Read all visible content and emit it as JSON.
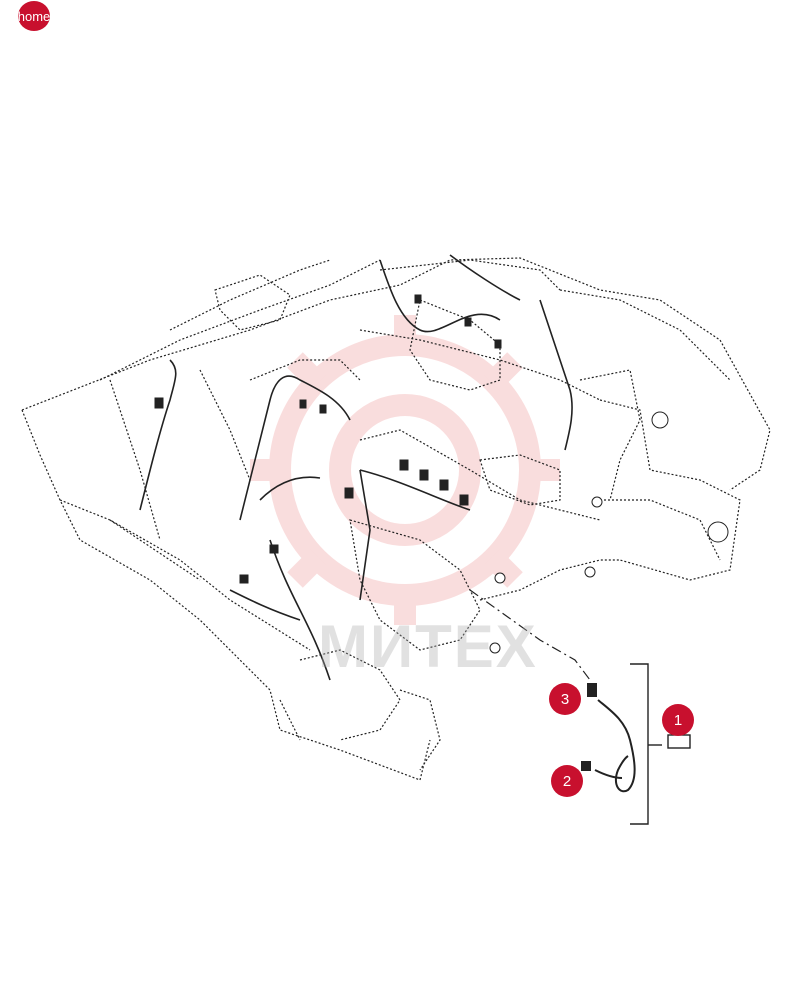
{
  "home_button": {
    "label": "home",
    "color": "#c8102e"
  },
  "callouts": [
    {
      "number": "1",
      "color": "#c8102e"
    },
    {
      "number": "2",
      "color": "#c8102e"
    },
    {
      "number": "3",
      "color": "#c8102e"
    }
  ],
  "watermark": {
    "text": "МИТЕХ",
    "gear_color": "#e03030"
  },
  "line_color": "#222222"
}
